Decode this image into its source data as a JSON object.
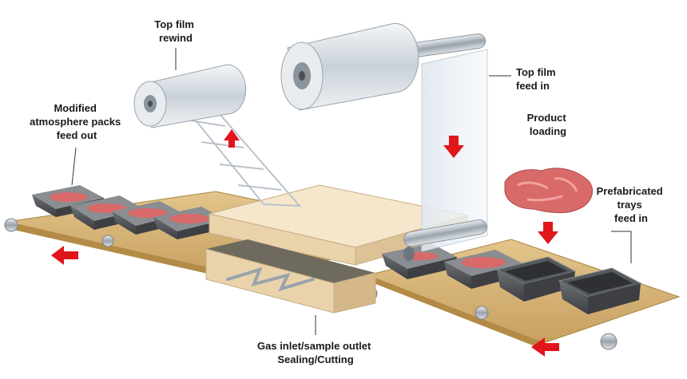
{
  "labels": {
    "top_film_rewind": [
      "Top film",
      "rewind"
    ],
    "top_film_feed_in": [
      "Top film",
      "feed in"
    ],
    "map_feed_out": [
      "Modified",
      "atmosphere packs",
      "feed out"
    ],
    "product_loading": [
      "Product",
      "loading"
    ],
    "trays_feed_in": [
      "Prefabricated",
      "trays",
      "feed in"
    ],
    "gas_sealing": [
      "Gas inlet/sample outlet",
      "Sealing/Cutting"
    ]
  },
  "colors": {
    "belt": "#d9b878",
    "belt_dark": "#b8924e",
    "tray": "#4a4c50",
    "tray_light": "#8a8d92",
    "meat": "#d96a6a",
    "press": "#f3e2c4",
    "arrow": "#e0161b",
    "film": "#d8e4ec"
  },
  "icons": [
    "arrow-down-icon",
    "arrow-up-icon",
    "arrow-left-icon"
  ]
}
